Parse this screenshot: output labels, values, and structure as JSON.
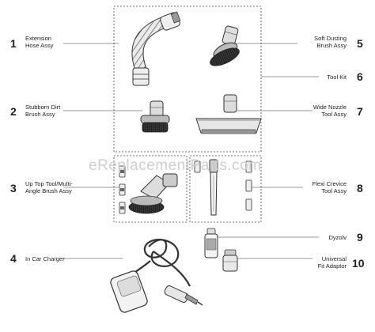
{
  "watermark": "eReplacementParts.com",
  "parts": [
    {
      "number": "1",
      "name_line1": "Extension",
      "name_line2": "Hose Assy"
    },
    {
      "number": "2",
      "name_line1": "Stubborn Dirt",
      "name_line2": "Brush Assy"
    },
    {
      "number": "3",
      "name_line1": "Up Top Tool/Multi-",
      "name_line2": "Angle Brush Assy"
    },
    {
      "number": "4",
      "name_line1": "In Car Charger",
      "name_line2": ""
    },
    {
      "number": "5",
      "name_line1": "Soft Dusting",
      "name_line2": "Brush Assy"
    },
    {
      "number": "6",
      "name_line1": "Tool Kit",
      "name_line2": ""
    },
    {
      "number": "7",
      "name_line1": "Wide Nozzle",
      "name_line2": "Tool Assy"
    },
    {
      "number": "8",
      "name_line1": "Flexi Crevice",
      "name_line2": "Tool Assy"
    },
    {
      "number": "9",
      "name_line1": "Dyzolv",
      "name_line2": ""
    },
    {
      "number": "10",
      "name_line1": "Universal",
      "name_line2": "Fit Adaptor"
    }
  ]
}
